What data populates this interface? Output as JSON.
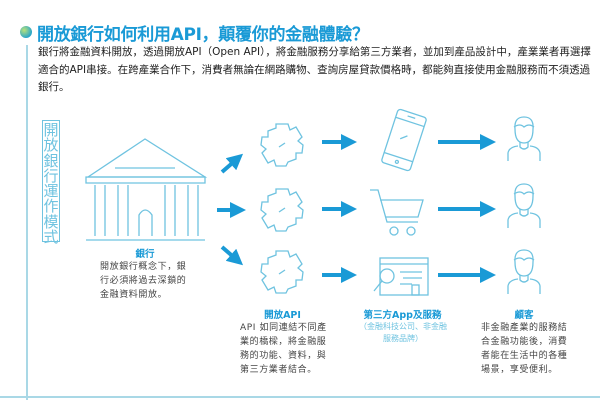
{
  "title": "開放銀行如何利用API，顛覆你的金融體驗？",
  "intro": "銀行將金融資料開放，透過開放API（Open API），將金融服務分享給第三方業者，並加到產品設計中，產業業者再選擇適合的API串接。在跨產業合作下，消費者無論在網路購物、查詢房屋貸款價格時，都能夠直接使用金融服務而不須透過銀行。",
  "side_label": "開放銀行運作模式",
  "bank": {
    "label": "銀行",
    "desc": "開放銀行概念下，銀行必須將過去深鎖的金融資料開放。"
  },
  "api": {
    "label": "開放API",
    "desc": "API 如同連結不同產業的橋樑，將金融服務的功能、資料，與第三方業者結合。"
  },
  "third": {
    "label": "第三方App及服務",
    "sub": "（金融科技公司、非金融服務品牌）"
  },
  "customer": {
    "label": "顧客",
    "desc": "非金融產業的服務結合金融功能後，消費者能在生活中的各種場景，享受便利。"
  },
  "colors": {
    "accent": "#1a9ad6",
    "line": "#6fc3e0"
  }
}
